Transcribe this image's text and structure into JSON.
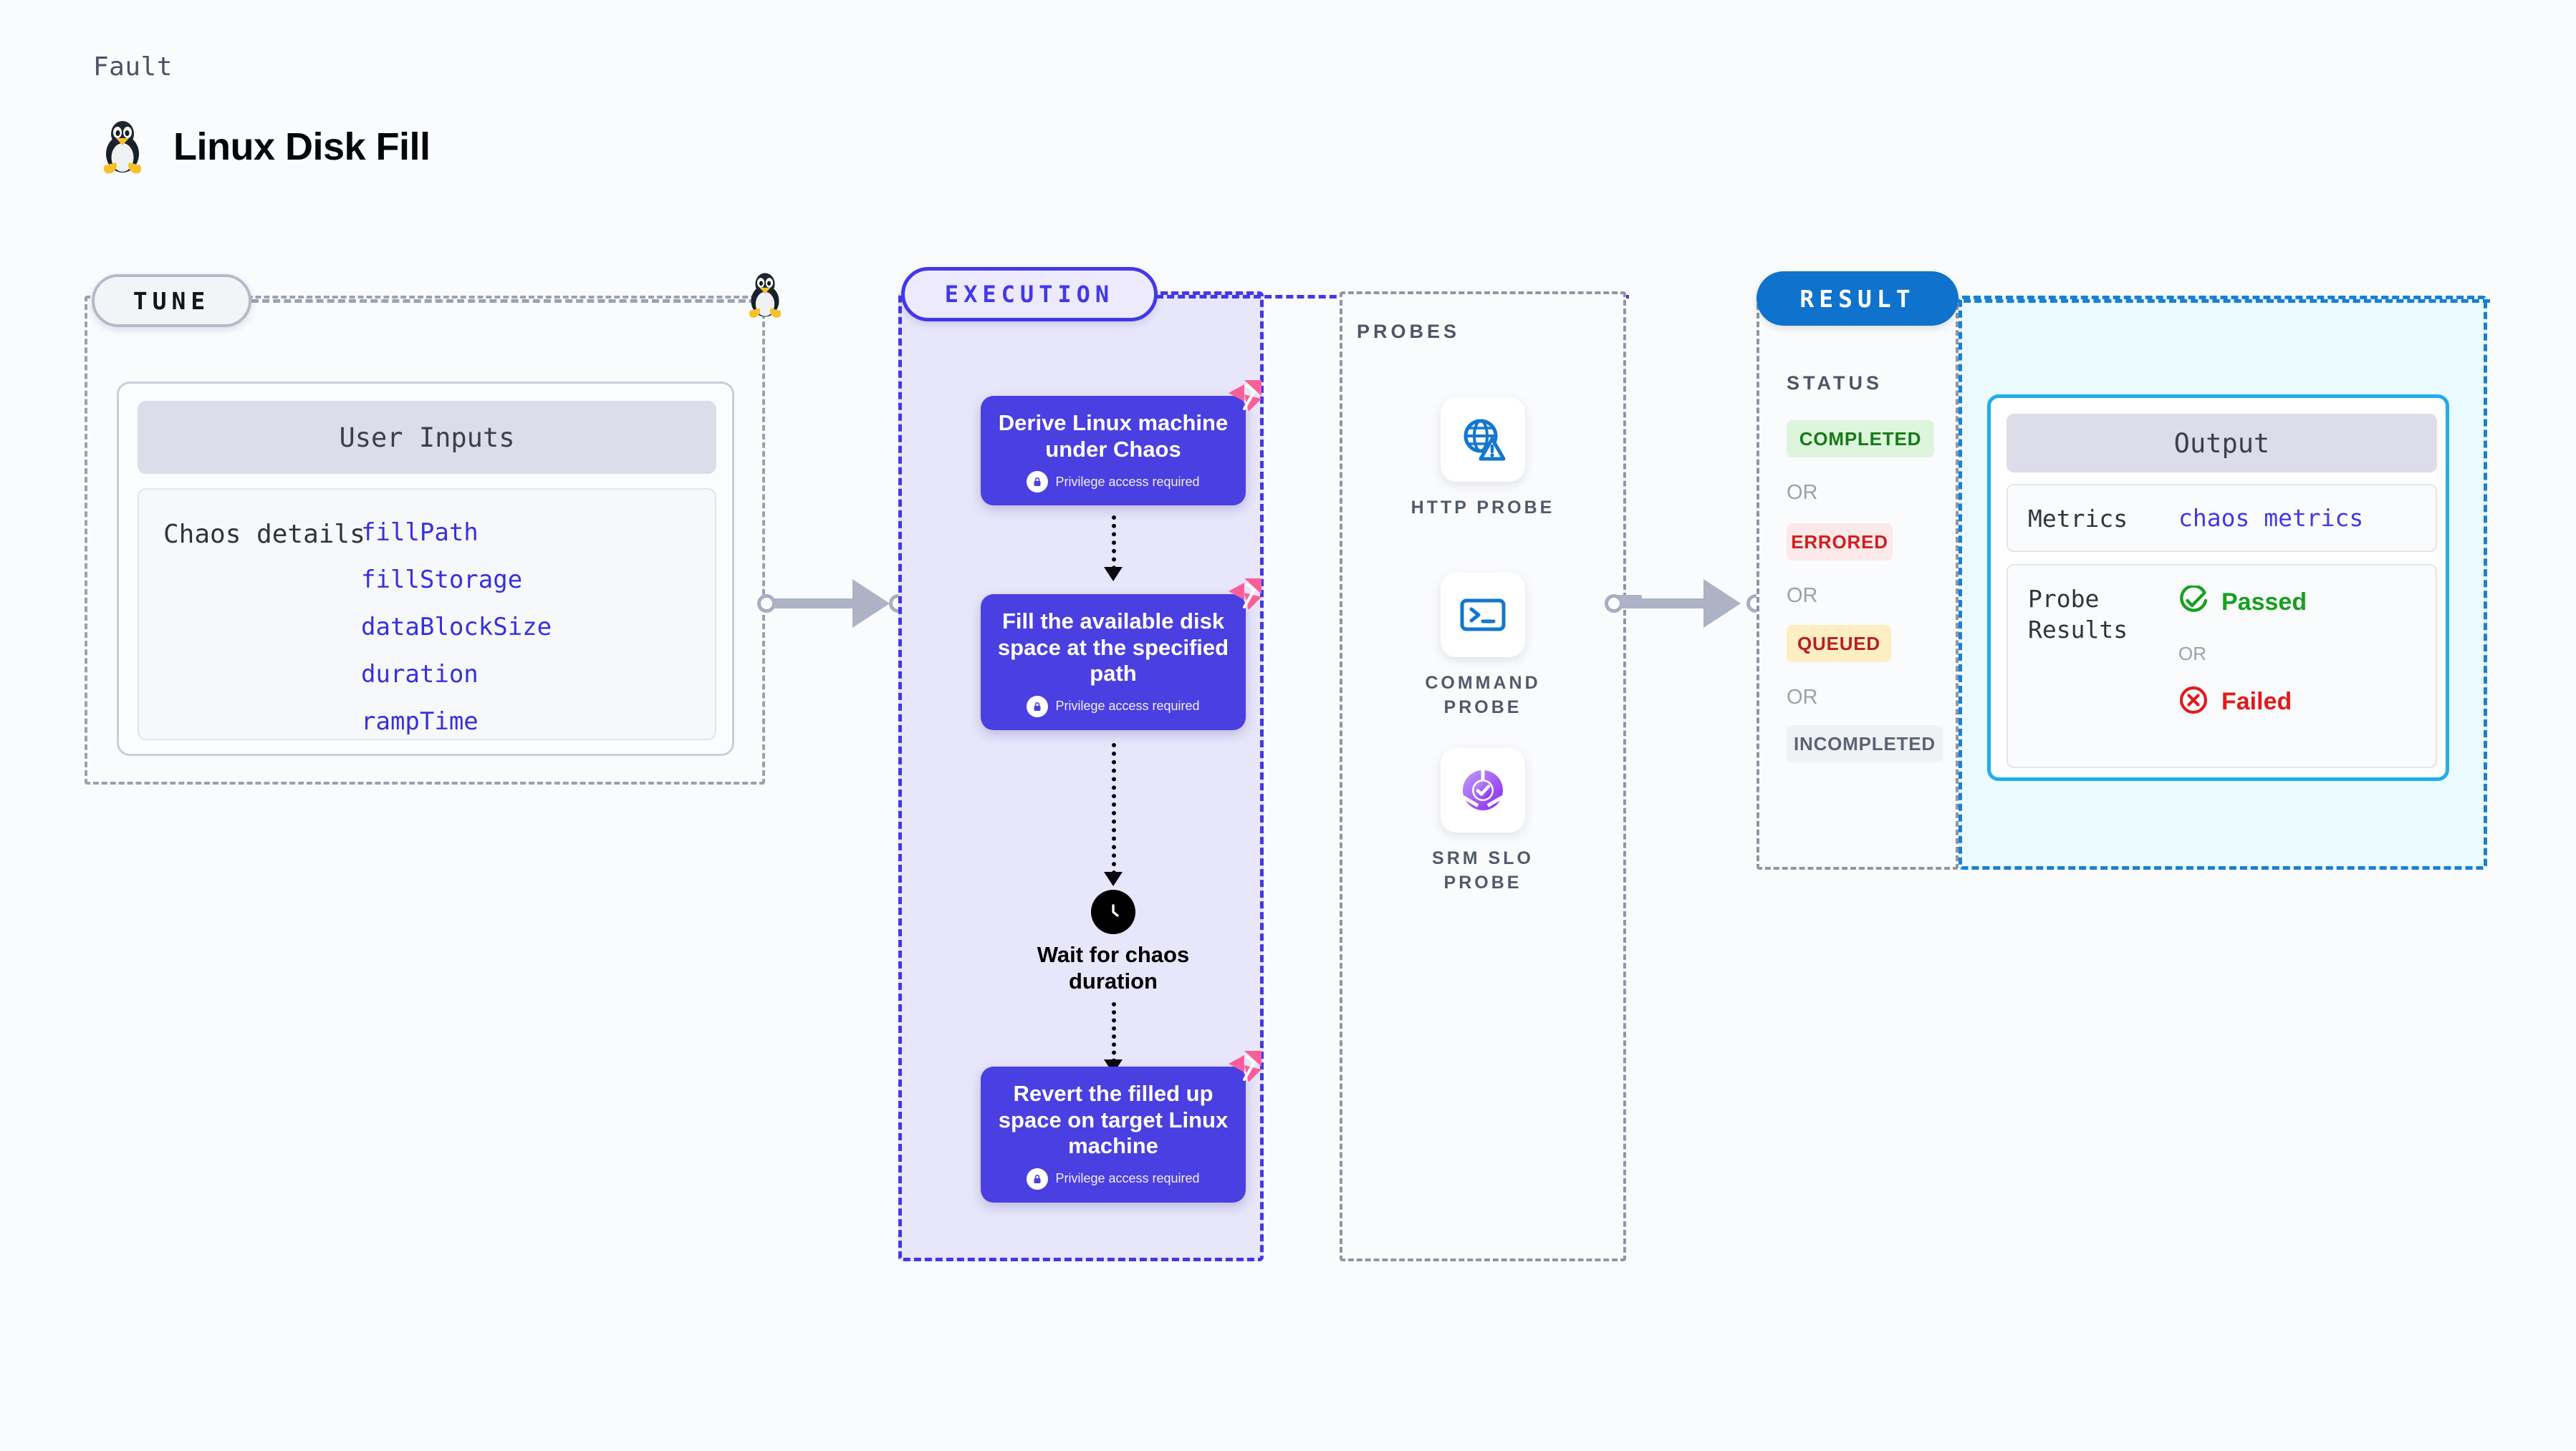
{
  "header": {
    "kicker": "Fault",
    "title": "Linux Disk Fill",
    "icon": "linux-penguin-icon"
  },
  "tune": {
    "badge": "TUNE",
    "panel_title": "User Inputs",
    "row_key": "Chaos details",
    "inputs": [
      "fillPath",
      "fillStorage",
      "dataBlockSize",
      "duration",
      "rampTime"
    ],
    "connector_icon": "linux-penguin-icon"
  },
  "execution": {
    "badge": "EXECUTION",
    "privilege_note": "Privilege access required",
    "steps": [
      {
        "title": "Derive Linux machine under Chaos",
        "privileged": true,
        "marker": "harness-mark-icon"
      },
      {
        "title": "Fill the available disk space at the specified path",
        "privileged": true,
        "marker": "harness-mark-icon"
      },
      {
        "title": "Wait for chaos duration",
        "privileged": false,
        "marker": "clock-icon"
      },
      {
        "title": "Revert the filled up space on target Linux machine",
        "privileged": true,
        "marker": "harness-mark-icon"
      }
    ]
  },
  "probes": {
    "label": "PROBES",
    "items": [
      {
        "name": "HTTP PROBE",
        "icon": "globe-warning-icon"
      },
      {
        "name": "COMMAND PROBE",
        "icon": "terminal-prompt-icon"
      },
      {
        "name": "SRM SLO PROBE",
        "icon": "slo-donut-check-icon"
      }
    ]
  },
  "result": {
    "badge": "RESULT",
    "status_label": "STATUS",
    "or_text": "OR",
    "statuses": [
      {
        "label": "COMPLETED",
        "bg": "#ddf5dd",
        "fg": "#167a17"
      },
      {
        "label": "ERRORED",
        "bg": "#fde9e9",
        "fg": "#cf2020"
      },
      {
        "label": "QUEUED",
        "bg": "#fdeec4",
        "fg": "#b91f1f"
      },
      {
        "label": "INCOMPLETED",
        "bg": "#eff1f5",
        "fg": "#5c6375"
      }
    ],
    "output": {
      "title": "Output",
      "metrics_key": "Metrics",
      "metrics_value": "chaos metrics",
      "probe_results_key": "Probe Results",
      "passed": "Passed",
      "failed": "Failed",
      "or_text": "OR"
    }
  },
  "colors": {
    "accent_purple": "#4338e8",
    "card_purple": "#4a3fe0",
    "result_blue": "#0f72cd",
    "output_border": "#20aeea",
    "pink_mark": "#fb5f9a",
    "pass_green": "#16a021",
    "fail_red": "#e01b1b"
  }
}
